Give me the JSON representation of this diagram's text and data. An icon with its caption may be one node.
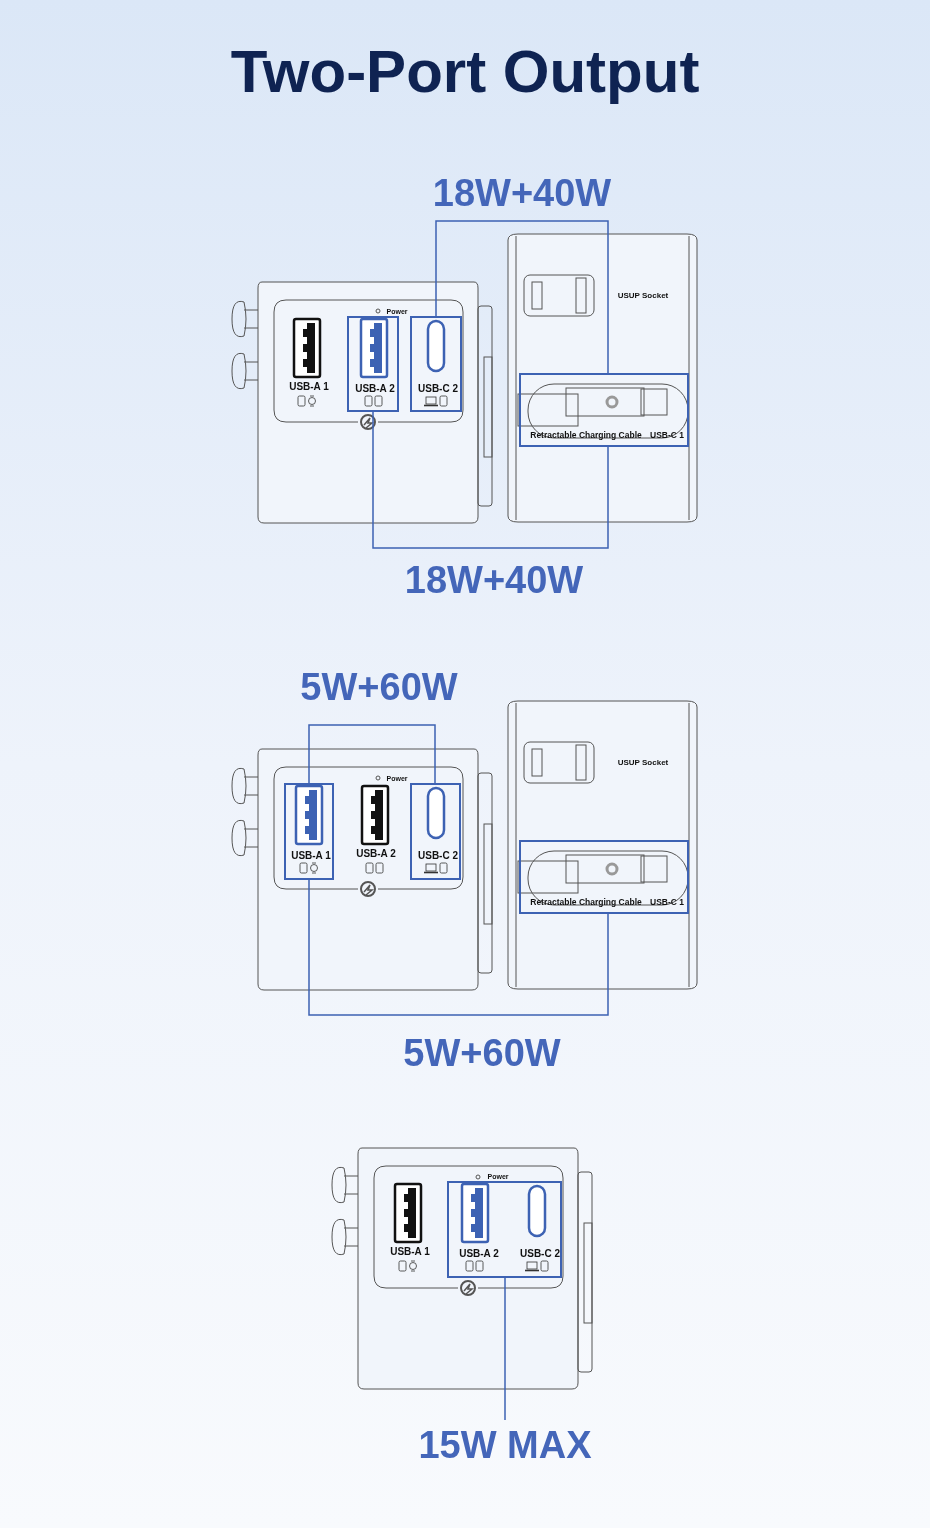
{
  "diagram": {
    "title": "Two-Port Output",
    "nodes": [
      {
        "text": [
          "USB-A 2"
        ]
      },
      {
        "text": [
          "USB-C 2"
        ]
      },
      {
        "text": [
          "Retractable Charging Cable",
          "USB-C 1"
        ]
      },
      {
        "text": [
          "USB-A 1"
        ]
      },
      {
        "text": [
          "USB-C 2"
        ]
      },
      {
        "text": [
          "Retractable Charging Cable",
          "USB-C 1"
        ]
      },
      {
        "text": [
          "USB-A 2",
          "USB-C 2"
        ]
      },
      {
        "text": [
          "15W MAX"
        ]
      }
    ],
    "edges": [
      {
        "from": 1,
        "to": 2,
        "arrow": "none",
        "label": "18W+40W"
      },
      {
        "from": 0,
        "to": 2,
        "arrow": "none",
        "label": "18W+40W"
      },
      {
        "from": 3,
        "to": 4,
        "arrow": "none",
        "label": "5W+60W"
      },
      {
        "from": 3,
        "to": 5,
        "arrow": "none",
        "label": "5W+60W"
      },
      {
        "from": 6,
        "to": 7,
        "arrow": "none"
      }
    ],
    "labels": [
      "Power",
      "USB-A 1",
      "USUP Socket",
      "USUP Socket",
      "Power",
      "USB-A 2",
      "Power",
      "USB-A 1"
    ]
  }
}
